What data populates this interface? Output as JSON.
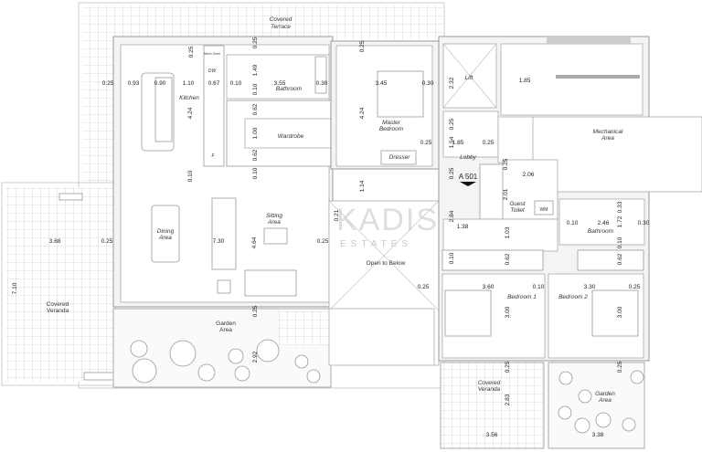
{
  "title": "Floor Plan",
  "watermark": {
    "brand": "KADIS",
    "sub": "ESTATES"
  },
  "section_marker": "A 501",
  "rooms": {
    "covered_terrace": [
      "Covered",
      "Terrace"
    ],
    "kitchen": "Kitchen",
    "micro_oven": "Micro Oven",
    "dw": "DW",
    "fridge": "F",
    "bathroom_master": "Bathroom",
    "wardrobe": "Wardrobe",
    "master_bedroom": [
      "Master",
      "Bedroom"
    ],
    "dresser": "Dresser",
    "lift": "Lift",
    "lobby": "Lobby",
    "mechanical_area": [
      "Mechanical",
      "Area"
    ],
    "guest_toilet": [
      "Guest",
      "Toilet"
    ],
    "wm": "WM",
    "bathroom_2": "Bathroom",
    "dining_area": [
      "Dining",
      "Area"
    ],
    "sitting_area": [
      "Sitting",
      "Area"
    ],
    "open_to_below": "Open to Below",
    "covered_veranda_left": [
      "Covered",
      "Veranda"
    ],
    "garden_area_left": [
      "Garden",
      "Area"
    ],
    "bedroom_1": "Bedroom 1",
    "bedroom_2": "Bedroom 2",
    "covered_veranda_right": [
      "Covered",
      "Veranda"
    ],
    "garden_area_right": [
      "Garden",
      "Area"
    ]
  },
  "dimensions": {
    "horizontal": [
      "0.25",
      "0.93",
      "0.90",
      "1.10",
      "0.67",
      "0.10",
      "3.55",
      "0.30",
      "3.45",
      "0.30",
      "1.85",
      "0.25",
      "1.85",
      "0.25",
      "2.06",
      "1.38",
      "0.10",
      "2.46",
      "0.30",
      "3.68",
      "0.25",
      "7.30",
      "0.25",
      "0.25",
      "3.60",
      "0.10",
      "3.30",
      "0.25",
      "3.56",
      "3.38"
    ],
    "vertical": [
      "0.25",
      "0.25",
      "1.49",
      "0.10",
      "0.62",
      "1.00",
      "0.62",
      "0.10",
      "4.24",
      "0.10",
      "4.24",
      "0.25",
      "2.32",
      "0.25",
      "1.54",
      "0.25",
      "1.14",
      "2.84",
      "2.01",
      "0.25",
      "0.33",
      "1.72",
      "0.10",
      "1.03",
      "0.62",
      "0.10",
      "0.62",
      "3.00",
      "3.00",
      "0.25",
      "0.25",
      "2.83",
      "7.10",
      "4.64",
      "0.25",
      "2.92",
      "0.21"
    ]
  }
}
